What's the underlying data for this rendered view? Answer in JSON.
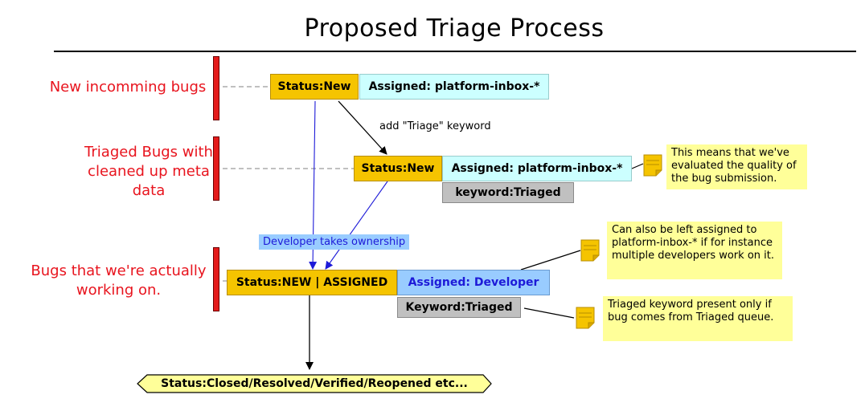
{
  "title": "Proposed Triage Process",
  "lanes": [
    {
      "label": "New incomming bugs"
    },
    {
      "label": "Triaged Bugs with cleaned up meta data"
    },
    {
      "label": "Bugs that we're actually working on."
    }
  ],
  "stage1": {
    "status": "Status:New",
    "assigned": "Assigned: platform-inbox-*"
  },
  "transition_label": "add \"Triage\" keyword",
  "stage2": {
    "status": "Status:New",
    "assigned": "Assigned: platform-inbox-*",
    "keyword": "keyword:Triaged"
  },
  "developer_label": "Developer takes ownership",
  "stage3": {
    "status": "Status:NEW | ASSIGNED",
    "assigned": "Assigned: Developer",
    "keyword": "Keyword:Triaged"
  },
  "final_state": "Status:Closed/Resolved/Verified/Reopened etc...",
  "notes": [
    {
      "text": "This means that we've evaluated the quality of the bug submission.",
      "icon": "sticky-note-icon"
    },
    {
      "text": "Can also be left assigned to platform-inbox-* if for instance multiple developers work on it.",
      "icon": "sticky-note-icon"
    },
    {
      "text": "Triaged keyword present only if bug comes from Triaged queue.",
      "icon": "sticky-note-icon"
    }
  ],
  "colors": {
    "lane_text": "#e8141e",
    "status_fill": "#f5c400",
    "assigned_fill": "#ccffff",
    "developer_fill": "#99ccff",
    "keyword_fill": "#c0c0c0",
    "note_fill": "#ffff99",
    "final_fill": "#ffff99",
    "developer_arrow": "#1d1ad8"
  }
}
